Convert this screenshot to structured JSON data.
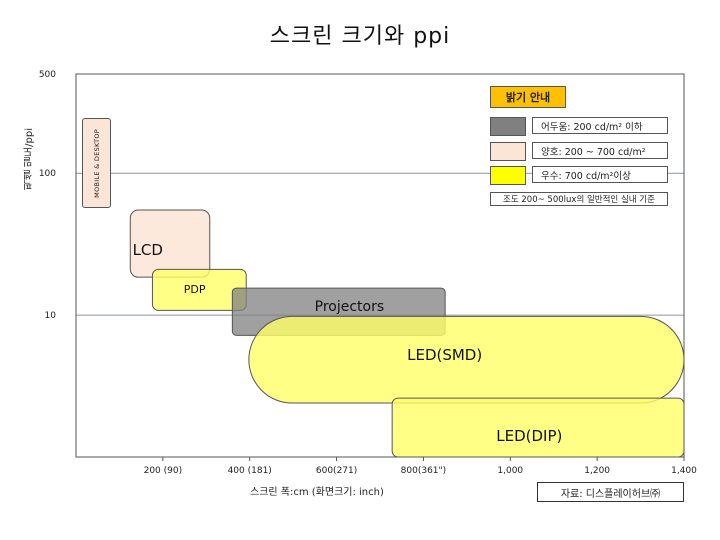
{
  "chart_data": {
    "type": "area",
    "title": "스크린 크기와 ppi",
    "xlabel": "스크린 폭:cm (화면크기: inch)",
    "ylabel": "픽셀 밀도/ppi",
    "y_scale": "log",
    "xlim": [
      0,
      1400
    ],
    "ylim": [
      1,
      500
    ],
    "x_ticks": [
      {
        "value": 200,
        "label": "200 (90)"
      },
      {
        "value": 400,
        "label": "400 (181)"
      },
      {
        "value": 600,
        "label": "600(271)"
      },
      {
        "value": 800,
        "label": "800(361\")"
      },
      {
        "value": 1000,
        "label": "1,000"
      },
      {
        "value": 1200,
        "label": "1,200"
      },
      {
        "value": 1400,
        "label": "1,400"
      }
    ],
    "y_ticks": [
      {
        "value": 10,
        "label": "10"
      },
      {
        "value": 100,
        "label": "100"
      },
      {
        "value": 500,
        "label": "500"
      }
    ],
    "grid": "horizontal",
    "legend_position": "top-right",
    "regions": [
      {
        "name": "LCD",
        "x": [
          125,
          308
        ],
        "y": [
          18.5,
          55
        ],
        "brightness": "moderate"
      },
      {
        "name": "PDP",
        "x": [
          176,
          392
        ],
        "y": [
          10.8,
          21
        ],
        "brightness": "bright"
      },
      {
        "name": "Projectors",
        "x": [
          360,
          850
        ],
        "y": [
          7.2,
          15.5
        ],
        "brightness": "dark"
      },
      {
        "name": "LED(SMD)",
        "x": [
          398,
          1400
        ],
        "y": [
          2.4,
          9.8
        ],
        "brightness": "bright"
      },
      {
        "name": "LED(DIP)",
        "x": [
          728,
          1400
        ],
        "y": [
          1.0,
          2.6
        ],
        "brightness": "bright"
      }
    ],
    "annotation": "MOBILE & DESKTOP"
  },
  "legend": {
    "title": "밝기 안내",
    "items": [
      {
        "label": "어두움: 200 cd/m² 이하",
        "color": "#808080"
      },
      {
        "label": "양호: 200 ~ 700 cd/m²",
        "color": "#fbe5d6"
      },
      {
        "label": "우수: 700 cd/m²이상",
        "color": "#ffff00"
      }
    ],
    "note": "조도 200~ 500lux의 일반적인 실내 기준"
  },
  "source": "자료: 디스플레이허브㈜",
  "colors": {
    "dark": "#808080",
    "moderate": "#fbe5d6",
    "bright": "#ffff66",
    "grid": "#8a94a8",
    "frame": "#555555"
  }
}
